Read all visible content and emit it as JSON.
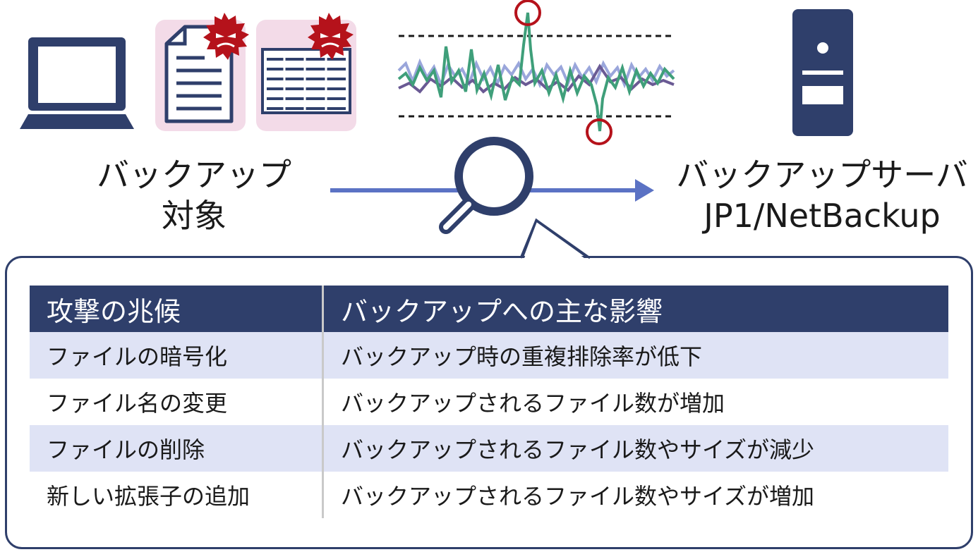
{
  "source": {
    "line1": "バックアップ",
    "line2": "対象"
  },
  "server": {
    "line1": "バックアップサーバ",
    "line2": "JP1/NetBackup"
  },
  "table": {
    "headers": [
      "攻撃の兆候",
      "バックアップへの主な影響"
    ],
    "rows": [
      [
        "ファイルの暗号化",
        "バックアップ時の重複排除率が低下"
      ],
      [
        "ファイル名の変更",
        "バックアップされるファイル数が増加"
      ],
      [
        "ファイルの削除",
        "バックアップされるファイル数やサイズが減少"
      ],
      [
        "新しい拡張子の追加",
        "バックアップされるファイル数やサイズが増加"
      ]
    ]
  },
  "colors": {
    "navy": "#2f3f6b",
    "pink": "#f3dbe8",
    "virus": "#b5121b",
    "green": "#3f9f7a",
    "lavender": "#9aa6db",
    "purple": "#6a5a94"
  }
}
